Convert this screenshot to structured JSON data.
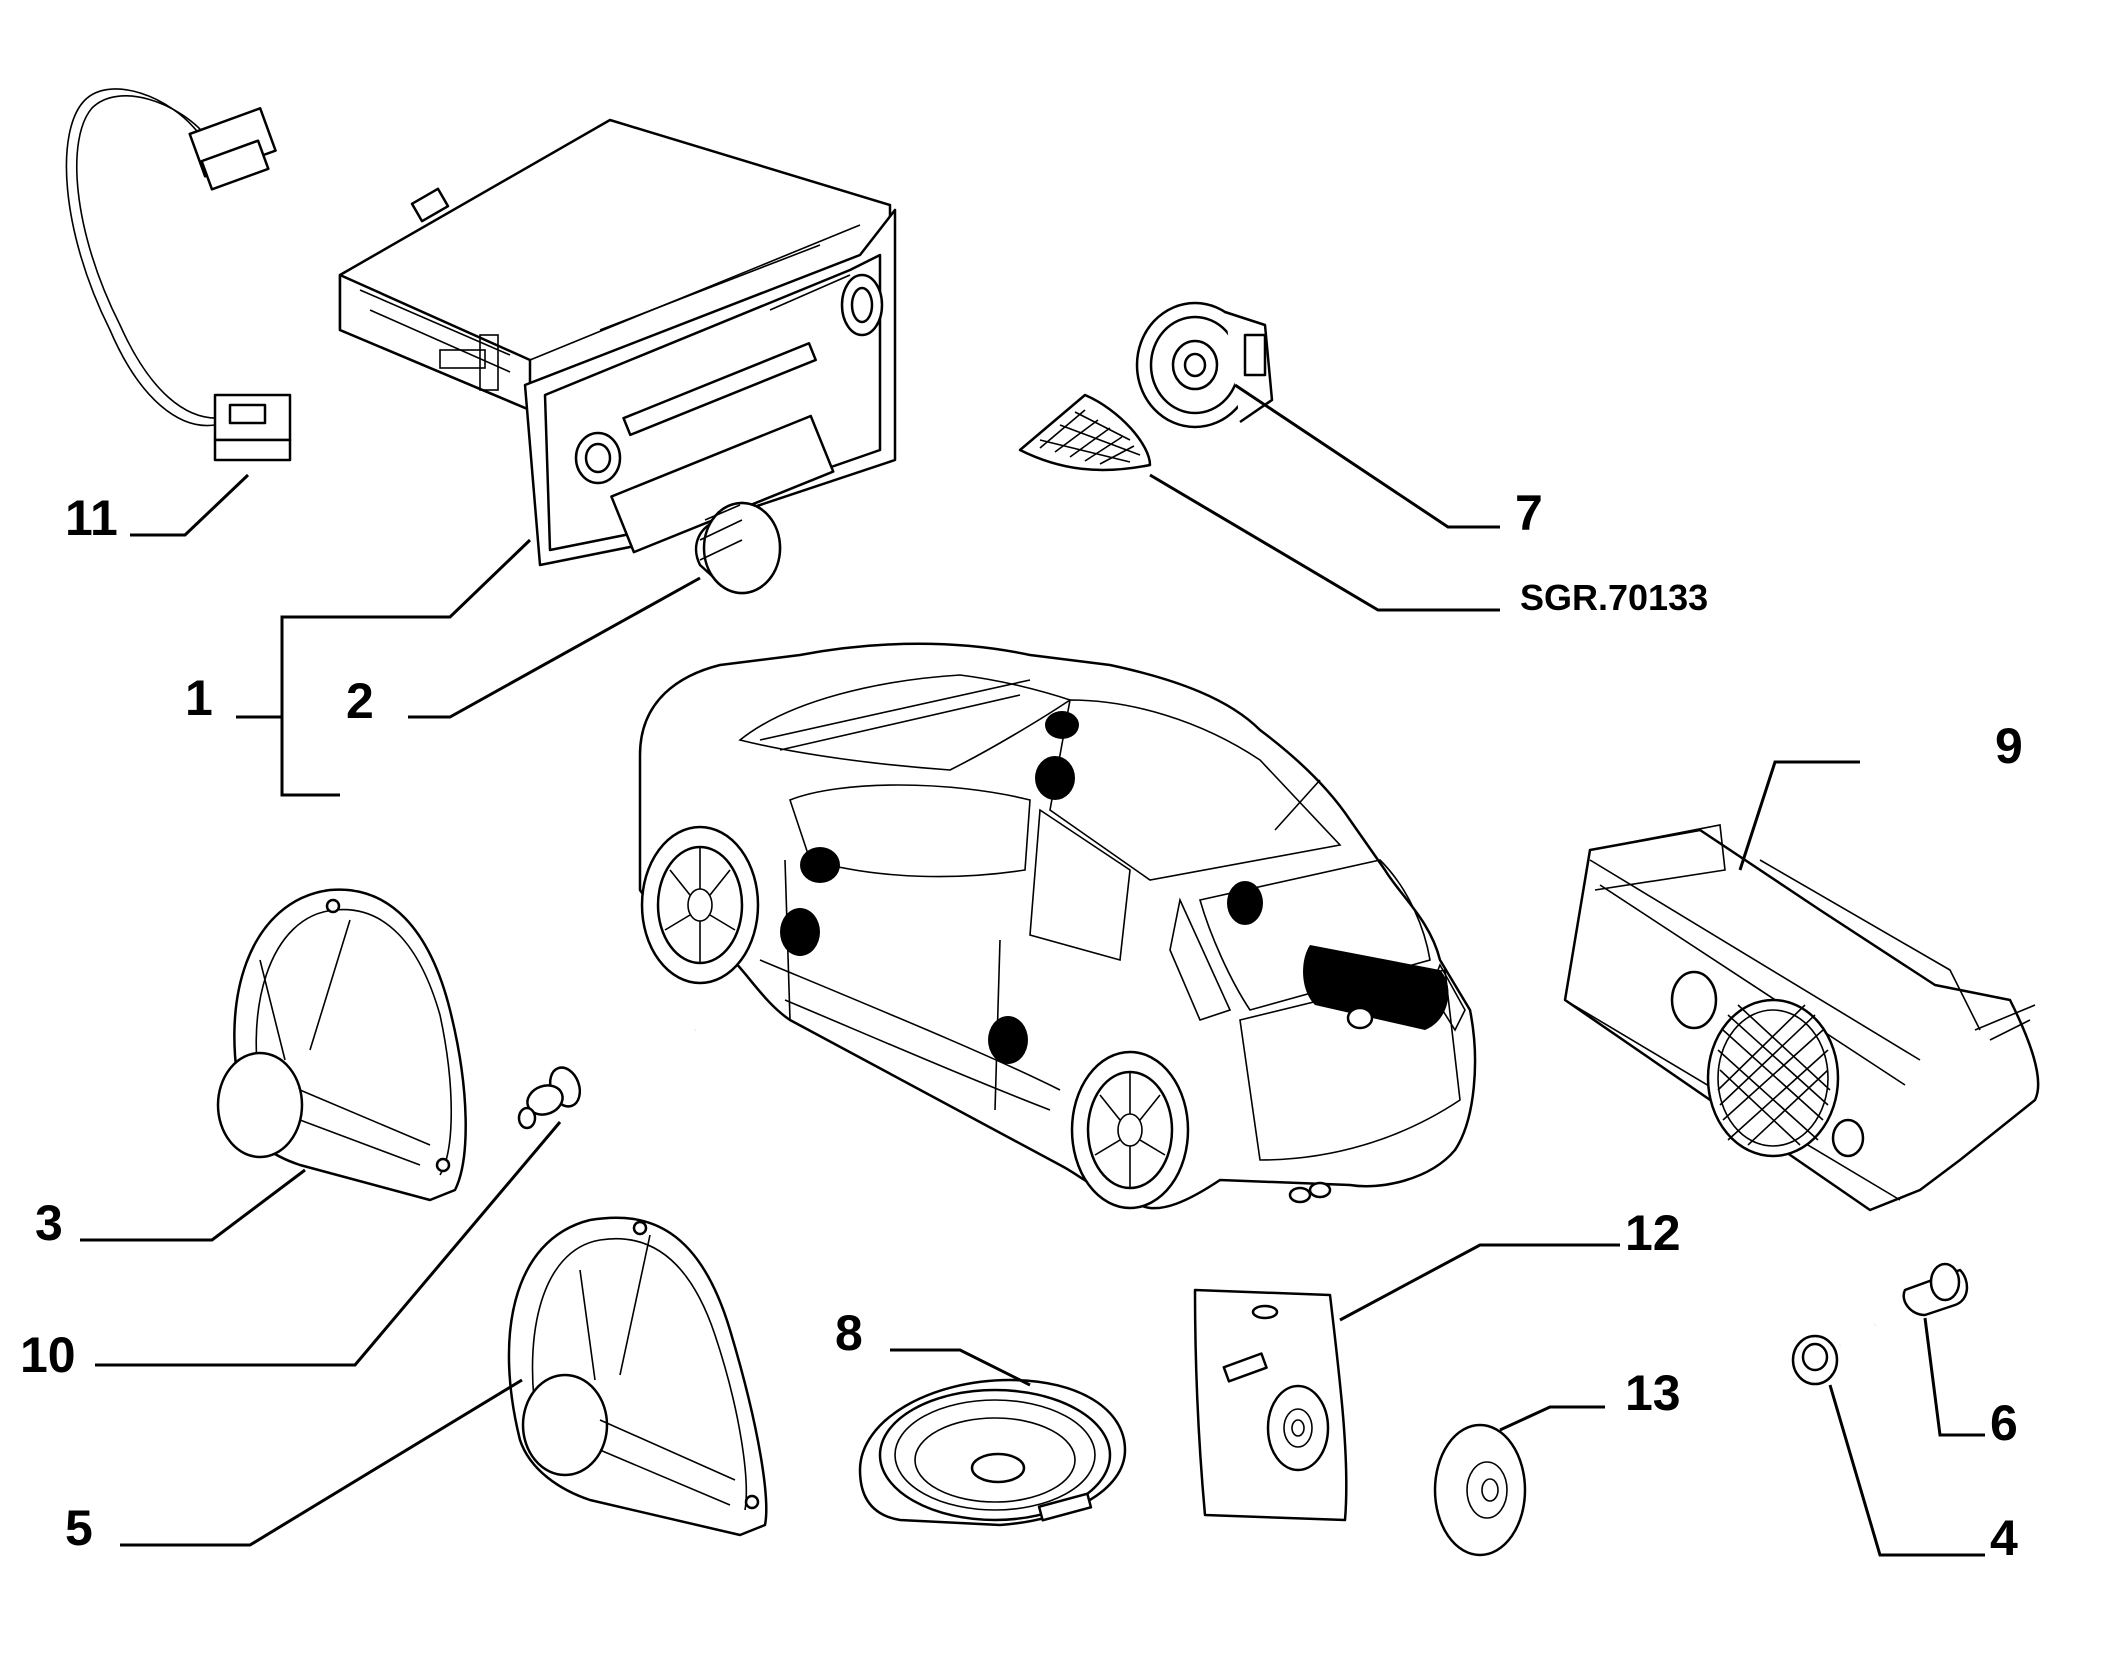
{
  "labels": {
    "p1": "1",
    "p2": "2",
    "p3": "3",
    "p4": "4",
    "p5": "5",
    "p6": "6",
    "p7": "7",
    "p8": "8",
    "p9": "9",
    "p10": "10",
    "p11": "11",
    "p12": "12",
    "p13": "13",
    "ref": "SGR.70133"
  }
}
